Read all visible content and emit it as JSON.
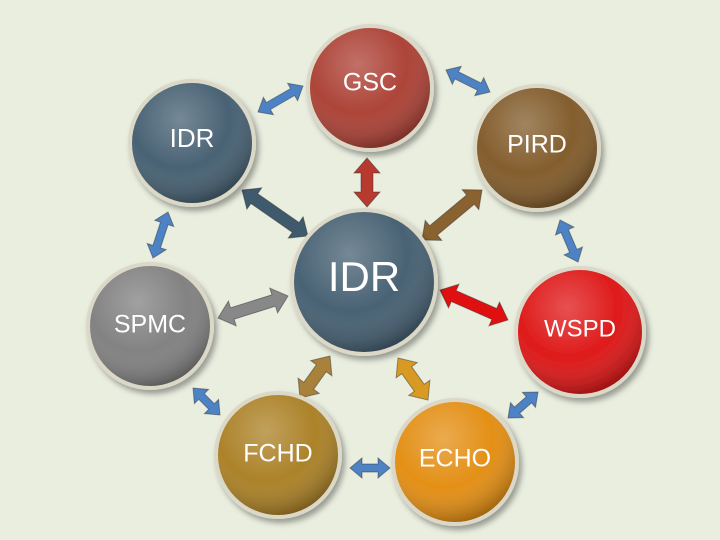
{
  "diagram": {
    "center": {
      "label": "IDR",
      "color": "#3f5a6d"
    },
    "nodes": [
      {
        "id": "gsc",
        "label": "GSC",
        "color": "#a93a2e"
      },
      {
        "id": "pird",
        "label": "PIRD",
        "color": "#7d5522"
      },
      {
        "id": "wspd",
        "label": "WSPD",
        "color": "#dd0e0e"
      },
      {
        "id": "echo",
        "label": "ECHO",
        "color": "#e28a0a"
      },
      {
        "id": "fchd",
        "label": "FCHD",
        "color": "#a87c1e"
      },
      {
        "id": "spmc",
        "label": "SPMC",
        "color": "#7c7c7c"
      },
      {
        "id": "idr",
        "label": "IDR",
        "color": "#3f5a6d"
      }
    ],
    "arrow_colors": {
      "ring": "#4d83c4",
      "gsc": "#b83a2e",
      "pird": "#8a6230",
      "wspd": "#e01010",
      "echo": "#d89a22",
      "fchd": "#a8823a",
      "spmc": "#888888",
      "idr": "#3f5a6d"
    }
  }
}
